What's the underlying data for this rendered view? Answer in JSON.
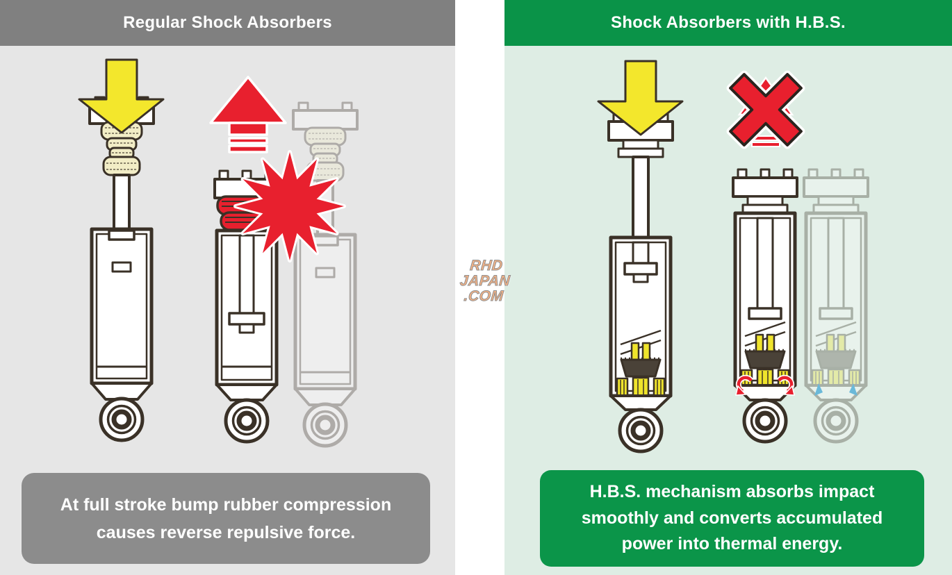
{
  "panels": {
    "left": {
      "title": "Regular Shock Absorbers",
      "caption_lines": [
        "At full stroke bump rubber compression",
        "causes reverse repulsive force."
      ],
      "colors": {
        "header_bg": "#808080",
        "panel_bg": "#e6e6e6",
        "caption_bg": "#8c8c8c",
        "text": "#ffffff"
      },
      "icons": [
        "compression-arrow-down-yellow",
        "repulsive-arrow-up-red",
        "impact-starburst-red"
      ],
      "figures": [
        "extended-shock-absorber",
        "compressed-shock-absorber",
        "ghost-extended-shock-absorber"
      ]
    },
    "right": {
      "title": "Shock Absorbers with H.B.S.",
      "caption_lines": [
        "H.B.S. mechanism absorbs impact",
        "smoothly and converts accumulated",
        "power into thermal energy."
      ],
      "colors": {
        "header_bg": "#0a9348",
        "panel_bg": "#deede4",
        "caption_bg": "#0b9549",
        "text": "#ffffff"
      },
      "icons": [
        "compression-arrow-down-yellow",
        "no-repulsion-x-red",
        "hbs-rotation-arrows-red",
        "thermal-energy-arrows-blue"
      ],
      "figures": [
        "extended-hbs-shock-absorber",
        "compressed-hbs-shock-absorber",
        "ghost-compressed-hbs-shock-absorber"
      ]
    }
  },
  "watermark": {
    "lines": [
      "RHD",
      "JAPAN",
      ".COM"
    ]
  },
  "artwork_colors": {
    "outline": "#3a3127",
    "arrow_yellow": "#f3e72c",
    "red": "#e8202e",
    "bump_rubber_cream": "#f2edc6",
    "hbs_yellow": "#efe42c",
    "thermal_arrow_blue": "#6ab9d9",
    "ghost_opacity": "0.32"
  }
}
